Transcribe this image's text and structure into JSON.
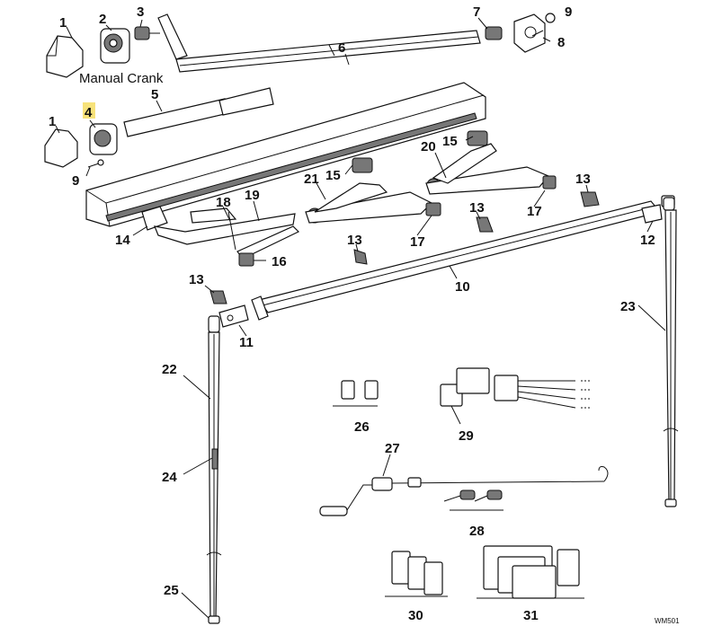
{
  "diagram": {
    "title": "",
    "caption_manual_crank": "Manual Crank",
    "drawing_code": "WM501",
    "highlight_color": "#f7e27a",
    "highlighted_part": "4",
    "part_numbers": [
      "1",
      "2",
      "3",
      "4",
      "5",
      "6",
      "7",
      "8",
      "9",
      "10",
      "11",
      "12",
      "13",
      "14",
      "15",
      "16",
      "17",
      "18",
      "19",
      "20",
      "21",
      "22",
      "23",
      "24",
      "25",
      "26",
      "27",
      "28",
      "29",
      "30",
      "31"
    ],
    "labels": {
      "p1a": "1",
      "p2": "2",
      "p3": "3",
      "p7": "7",
      "p9a": "9",
      "p8": "8",
      "p6": "6",
      "p5": "5",
      "p4": "4",
      "p1b": "1",
      "p9b": "9",
      "p20": "20",
      "p15a": "15",
      "p15b": "15",
      "p21": "21",
      "p18": "18",
      "p19": "19",
      "p13a": "13",
      "p13b": "13",
      "p13c": "13",
      "p13d": "13",
      "p14": "14",
      "p16": "16",
      "p17a": "17",
      "p17b": "17",
      "p12": "12",
      "p10": "10",
      "p11": "11",
      "p23": "23",
      "p22": "22",
      "p24": "24",
      "p25": "25",
      "p26": "26",
      "p27": "27",
      "p28": "28",
      "p29": "29",
      "p30": "30",
      "p31": "31"
    }
  }
}
